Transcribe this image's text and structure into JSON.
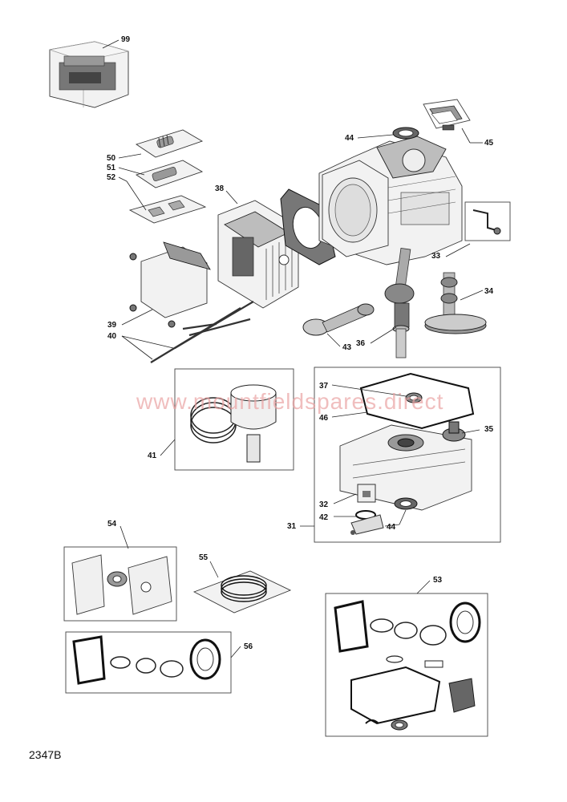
{
  "diagram_code": "2347B",
  "watermark": "www.mountfieldspares.direct",
  "callouts": {
    "c99": "99",
    "c50": "50",
    "c51": "51",
    "c52": "52",
    "c38": "38",
    "c44a": "44",
    "c45": "45",
    "c33": "33",
    "c34": "34",
    "c39": "39",
    "c40": "40",
    "c43": "43",
    "c36": "36",
    "c37": "37",
    "c46": "46",
    "c35": "35",
    "c41": "41",
    "c32": "32",
    "c42": "42",
    "c31": "31",
    "c44b": "44",
    "c54": "54",
    "c55": "55",
    "c53": "53",
    "c56": "56"
  }
}
